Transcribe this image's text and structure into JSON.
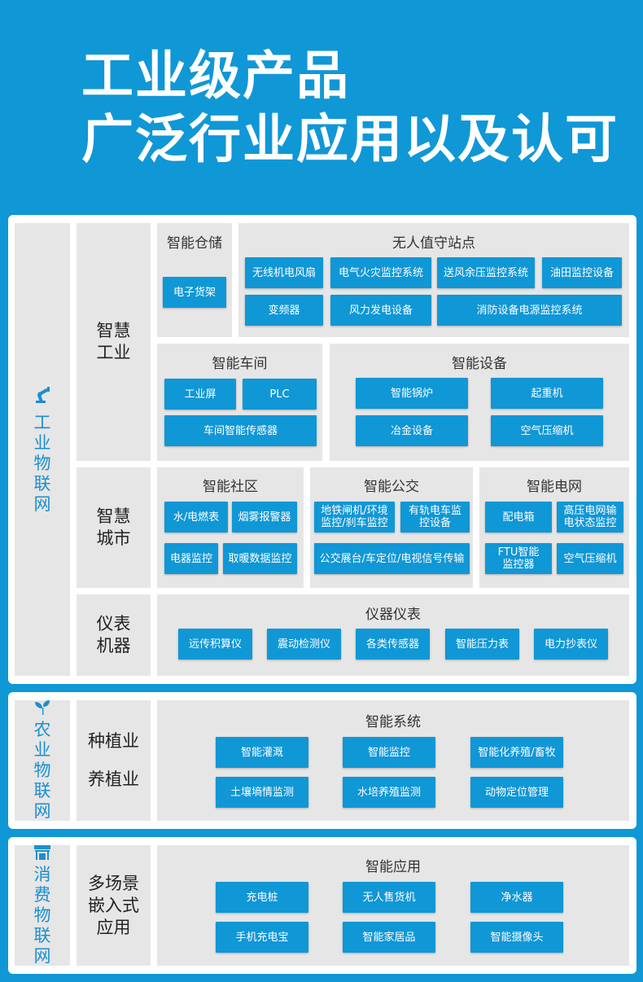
{
  "heading": {
    "line1": "工业级产品",
    "line2": "广泛行业应用以及认可"
  },
  "industrial": {
    "side_label": "工业物联网",
    "smart_industry": {
      "label": "智慧工业",
      "warehouse": {
        "title": "智能仓储",
        "items": [
          "电子货架"
        ]
      },
      "unattended": {
        "title": "无人值守站点",
        "items": [
          "无线机电风扇",
          "电气火灾监控系统",
          "送风余压监控系统",
          "油田监控设备",
          "变频器",
          "风力发电设备",
          "消防设备电源监控系统"
        ]
      },
      "workshop": {
        "title": "智能车间",
        "items": [
          "工业屏",
          "PLC",
          "车间智能传感器"
        ]
      },
      "equipment": {
        "title": "智能设备",
        "items": [
          "智能锅炉",
          "起重机",
          "冶金设备",
          "空气压缩机"
        ]
      }
    },
    "smart_city": {
      "label": "智慧城市",
      "community": {
        "title": "智能社区",
        "items": [
          "水/电燃表",
          "烟雾报警器",
          "电器监控",
          "取暖数据监控"
        ]
      },
      "bus": {
        "title": "智能公交",
        "items": [
          "地铁闸机/环境监控/刹车监控",
          "有轨电车监控设备",
          "公交展台/车定位/电视信号传输"
        ]
      },
      "grid": {
        "title": "智能电网",
        "items": [
          "配电箱",
          "高压电网输电状态监控",
          "FTU智能监控器",
          "空气压缩机"
        ]
      }
    },
    "instruments": {
      "label": "仪表机器",
      "group": {
        "title": "仪器仪表",
        "items": [
          "远传积算仪",
          "震动检测仪",
          "各类传感器",
          "智能压力表",
          "电力抄表仪"
        ]
      }
    }
  },
  "agriculture": {
    "side_label": "农业物联网",
    "category": {
      "line1": "种植业",
      "line2": "养植业"
    },
    "system": {
      "title": "智能系统",
      "items": [
        "智能灌溉",
        "智能监控",
        "智能化养殖/畜牧",
        "土壤墒情监测",
        "水培养殖监测",
        "动物定位管理"
      ]
    }
  },
  "consumer": {
    "side_label": "消费物联网",
    "category": {
      "text": "多场景嵌入式应用"
    },
    "apps": {
      "title": "智能应用",
      "items": [
        "充电桩",
        "无人售货机",
        "净水器",
        "手机充电宝",
        "智能家居品",
        "智能摄像头"
      ]
    }
  },
  "colors": {
    "background": "#1097d6",
    "button": "#1097d6",
    "cell": "#e6e6e6",
    "accent_text": "#1a8fd0"
  },
  "icons": {
    "industrial": "robot-arm-icon",
    "agriculture": "sprout-icon",
    "consumer": "store-icon"
  }
}
